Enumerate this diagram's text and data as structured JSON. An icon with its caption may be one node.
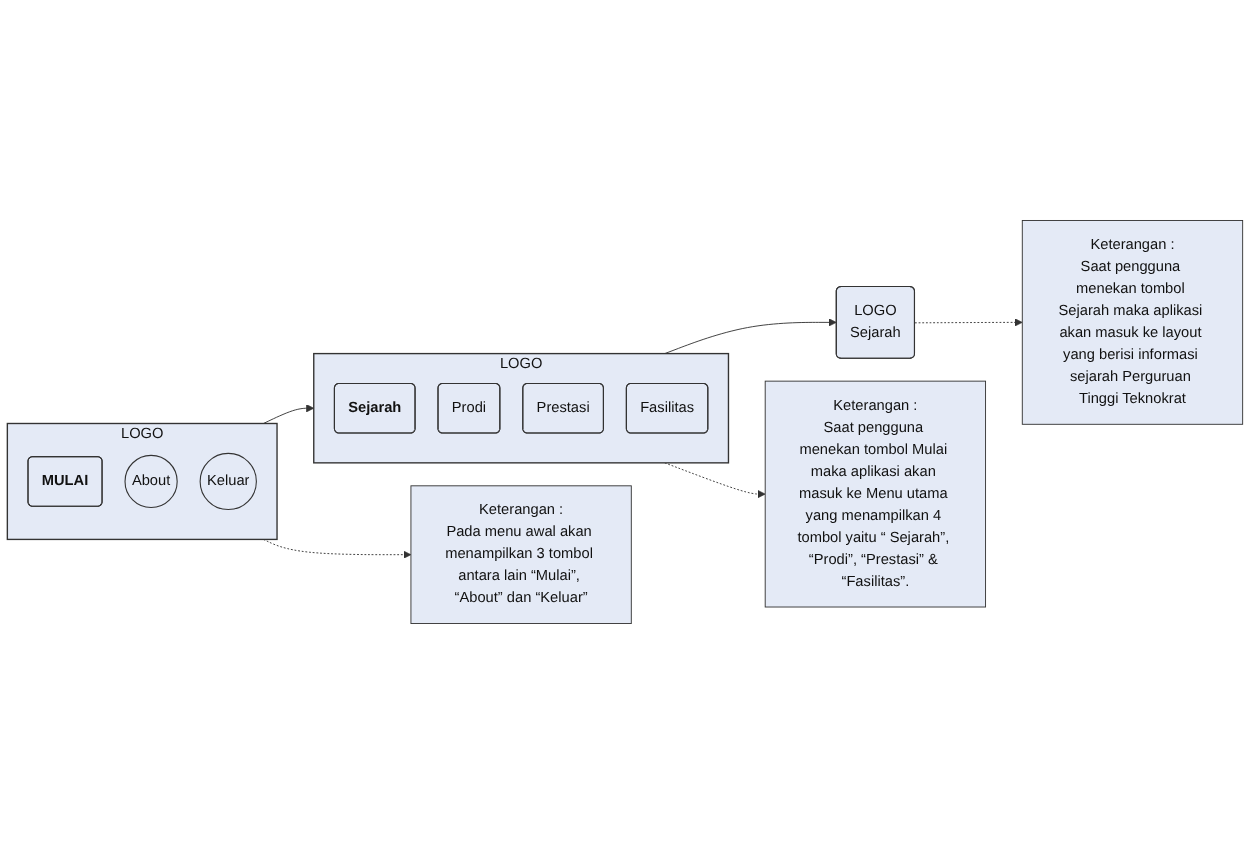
{
  "diagram": {
    "nodes": [
      {
        "text": [
          "LOGO"
        ]
      },
      {
        "text": [
          "MULAI"
        ],
        "in": 0
      },
      {
        "text": [
          "About"
        ],
        "in": 0
      },
      {
        "text": [
          "Keluar"
        ],
        "in": 0
      },
      {
        "text": [
          "LOGO"
        ]
      },
      {
        "text": [
          "Sejarah"
        ],
        "in": 4
      },
      {
        "text": [
          "Prodi"
        ],
        "in": 4
      },
      {
        "text": [
          "Prestasi"
        ],
        "in": 4
      },
      {
        "text": [
          "Fasilitas"
        ],
        "in": 4
      },
      {
        "text": [
          "LOGO",
          "Sejarah"
        ]
      },
      {
        "text": [
          "Keterangan :",
          "Pada menu awal akan menampilkan 3 tombol antara lain “Mulai”, “About” dan “Keluar”"
        ]
      },
      {
        "text": [
          "Keterangan :",
          "Saat pengguna menekan tombol Mulai maka aplikasi akan masuk ke Menu utama yang menampilkan 4 tombol yaitu “ Sejarah”, “Prodi”, “Prestasi” & “Fasilitas”."
        ]
      },
      {
        "text": [
          "Keterangan :",
          "Saat pengguna menekan tombol Sejarah maka aplikasi akan masuk ke layout yang berisi informasi sejarah Perguruan Tinggi Teknokrat"
        ]
      }
    ],
    "edges": [
      {
        "from": 0,
        "to": 4,
        "arrow": "to"
      },
      {
        "from": 4,
        "to": 9,
        "arrow": "to"
      },
      {
        "from": 0,
        "to": 10,
        "arrow": "to",
        "style": "dashed"
      },
      {
        "from": 4,
        "to": 11,
        "arrow": "to",
        "style": "dashed"
      },
      {
        "from": 9,
        "to": 12,
        "arrow": "to",
        "style": "dashed"
      }
    ]
  }
}
